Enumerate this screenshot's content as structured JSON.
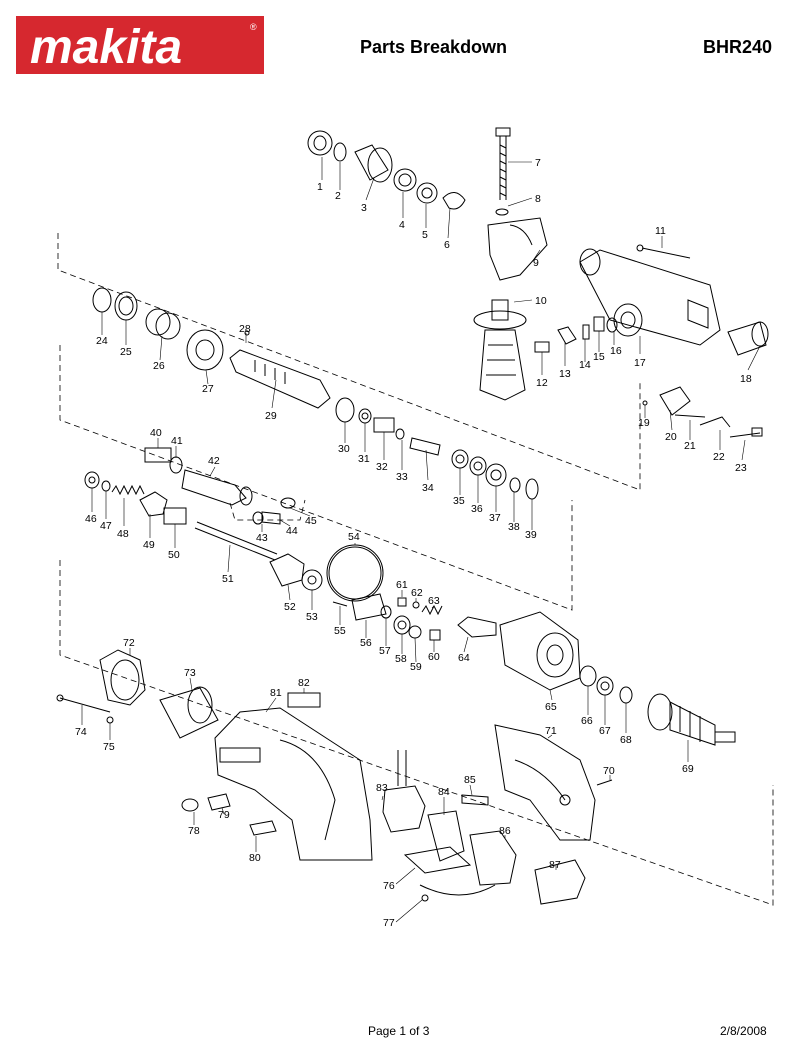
{
  "brand": {
    "name": "makita",
    "color": "#d6282f",
    "registered": "®"
  },
  "header": {
    "title": "Parts Breakdown",
    "model": "BHR240"
  },
  "footer": {
    "page": "Page 1 of 3",
    "date": "2/8/2008"
  },
  "parts": [
    "1",
    "2",
    "3",
    "4",
    "5",
    "6",
    "7",
    "8",
    "9",
    "10",
    "11",
    "12",
    "13",
    "14",
    "15",
    "16",
    "17",
    "18",
    "19",
    "20",
    "21",
    "22",
    "23",
    "24",
    "25",
    "26",
    "27",
    "28",
    "29",
    "30",
    "31",
    "32",
    "33",
    "34",
    "35",
    "36",
    "37",
    "38",
    "39",
    "40",
    "41",
    "42",
    "43",
    "44",
    "45",
    "46",
    "47",
    "48",
    "49",
    "50",
    "51",
    "52",
    "53",
    "54",
    "55",
    "56",
    "57",
    "58",
    "59",
    "60",
    "61",
    "62",
    "63",
    "64",
    "65",
    "66",
    "67",
    "68",
    "69",
    "70",
    "71",
    "72",
    "73",
    "74",
    "75",
    "76",
    "77",
    "78",
    "79",
    "80",
    "81",
    "82",
    "83",
    "84",
    "85",
    "86",
    "87"
  ]
}
